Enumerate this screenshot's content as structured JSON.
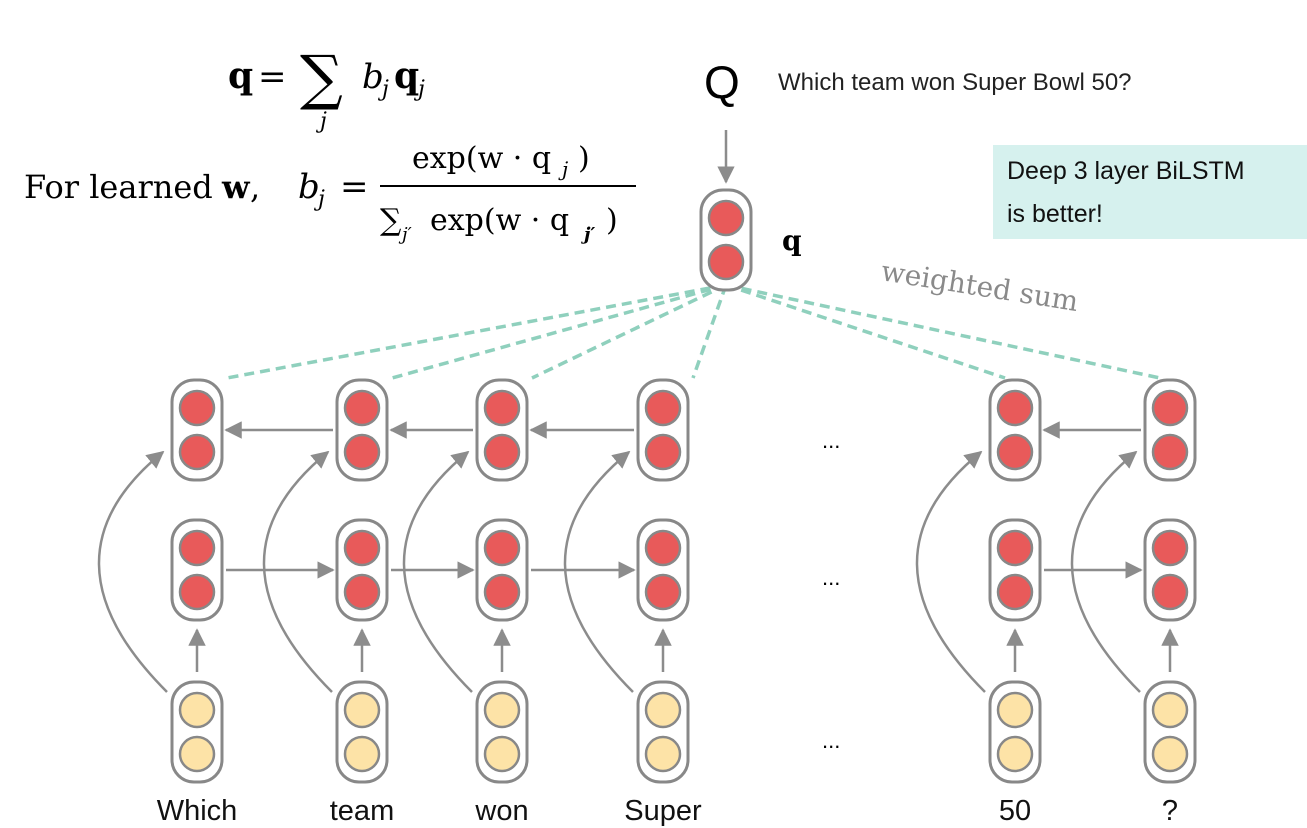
{
  "formula_sum": {
    "lhs": "q",
    "equals": "=",
    "sum_symbol": "∑",
    "sum_index": "j",
    "term_b": "b",
    "term_b_sub": "j",
    "term_q": "q",
    "term_q_sub": "j"
  },
  "formula_weights": {
    "prefix": "For learned",
    "w": "w",
    "comma": ",",
    "b": "b",
    "b_sub": "j",
    "equals": "=",
    "numerator": "exp(w · q",
    "numerator_sub": "j",
    "numerator_close": ")",
    "denominator_sum": "∑",
    "denominator_sub": "j′",
    "denominator_exp": "exp(w · q",
    "denominator_q_sub": "j′",
    "denominator_close": ")"
  },
  "question": {
    "marker": "Q",
    "text": "Which team won Super Bowl 50?"
  },
  "query_vector_label": "q",
  "callout": {
    "line1": "Deep 3 layer BiLSTM",
    "line2": "is better!",
    "bg_color": "#d6f1ee"
  },
  "weighted_sum_label": "weighted sum",
  "ellipsis": "...",
  "tokens": [
    "Which",
    "team",
    "won",
    "Super",
    "50",
    "?"
  ],
  "colors": {
    "hidden_fill": "#e85a5a",
    "embed_fill": "#fde3a7",
    "outline": "#888888",
    "arrow": "#8c8c8c",
    "dashed": "#8fd0bd"
  }
}
